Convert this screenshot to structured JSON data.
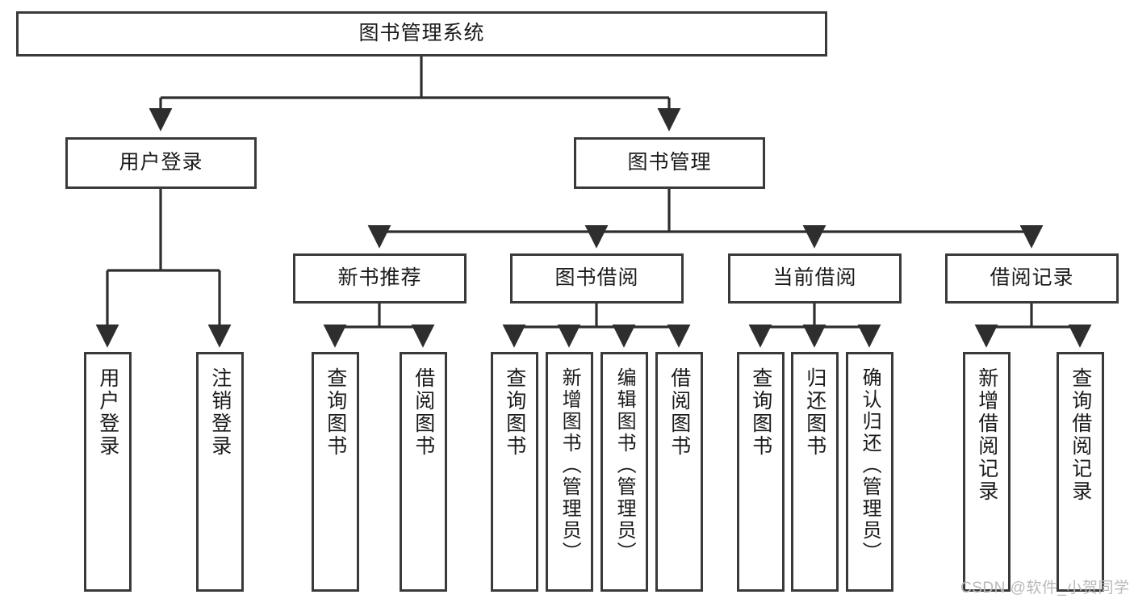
{
  "diagram": {
    "title_node": {
      "label": "图书管理系统"
    },
    "level2": [
      {
        "label": "用户登录"
      },
      {
        "label": "图书管理"
      }
    ],
    "level3": [
      {
        "label": "新书推荐"
      },
      {
        "label": "图书借阅"
      },
      {
        "label": "当前借阅"
      },
      {
        "label": "借阅记录"
      }
    ],
    "leaves": {
      "user_login": [
        {
          "label": "用户登录"
        },
        {
          "label": "注销登录"
        }
      ],
      "new_book_recommend": [
        {
          "label": "查询图书"
        },
        {
          "label": "借阅图书"
        }
      ],
      "book_borrow": [
        {
          "label": "查询图书"
        },
        {
          "label": "新增图书（管理员）"
        },
        {
          "label": "编辑图书（管理员）"
        },
        {
          "label": "借阅图书"
        }
      ],
      "current_borrow": [
        {
          "label": "查询图书"
        },
        {
          "label": "归还图书"
        },
        {
          "label": "确认归还（管理员）"
        }
      ],
      "borrow_records": [
        {
          "label": "新增借阅记录"
        },
        {
          "label": "查询借阅记录"
        }
      ]
    }
  },
  "watermark": {
    "text": "CSDN @软件_小贺同学"
  },
  "colors": {
    "border": "#3a3a3a",
    "background": "#ffffff",
    "text": "#1a1a1a",
    "watermark": "#b9b9b9"
  }
}
